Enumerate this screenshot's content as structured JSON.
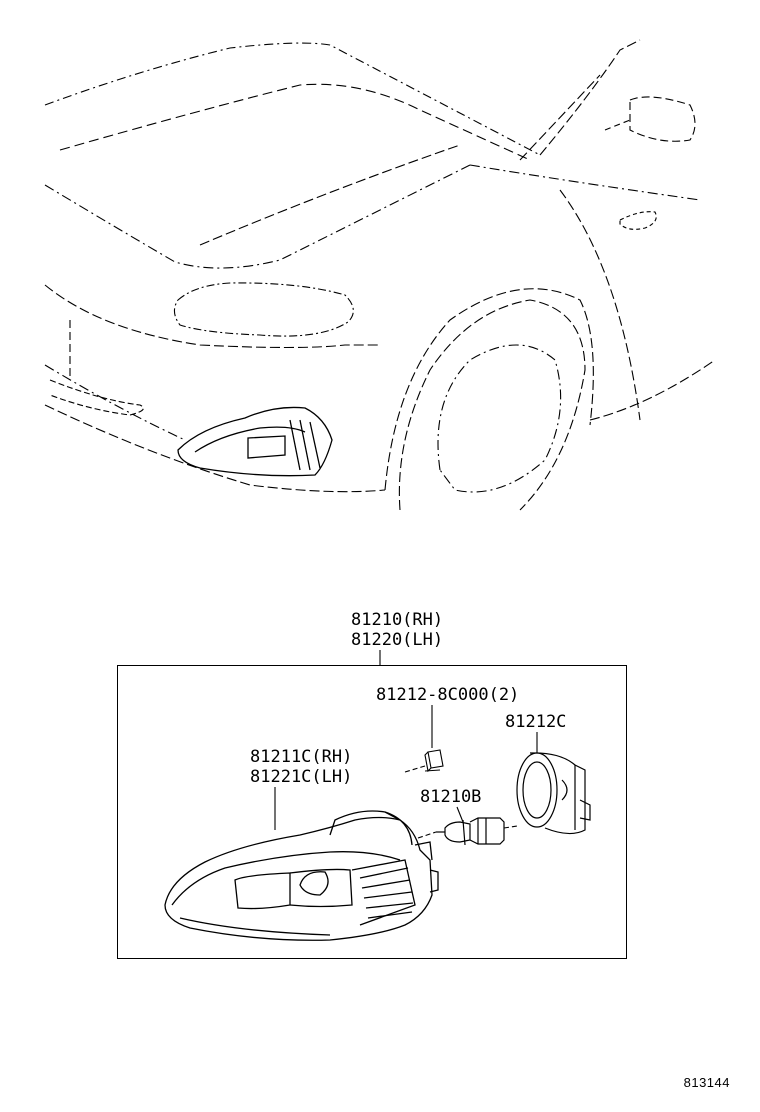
{
  "assembly": {
    "rh_label": "81210(RH)",
    "lh_label": "81220(LH)"
  },
  "parts": {
    "bulb_cap": "81212-8C000(2)",
    "socket": "81212C",
    "lens_rh": "81211C(RH)",
    "lens_lh": "81221C(LH)",
    "bulb": "81210B"
  },
  "reference_code": "813144",
  "colors": {
    "line": "#000000",
    "background": "#ffffff"
  }
}
